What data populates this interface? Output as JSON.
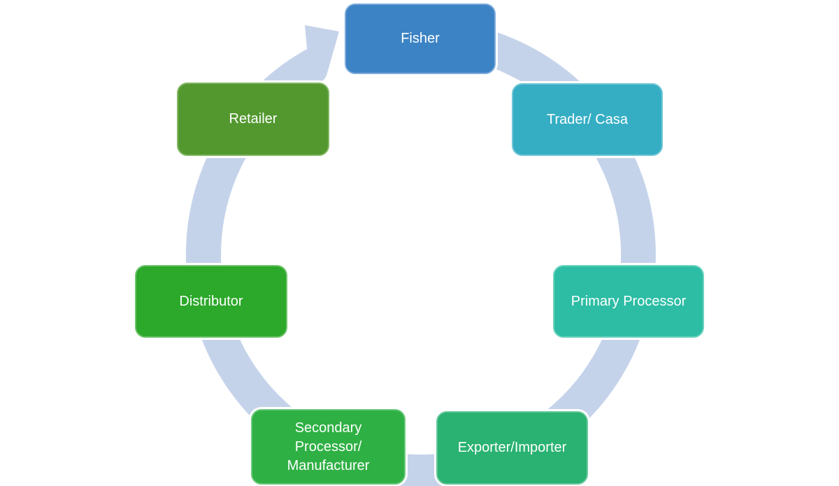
{
  "diagram": {
    "type": "cycle",
    "background_color": "#ffffff",
    "text_color": "#ffffff",
    "arrow": {
      "name": "circular-cycle-arrow",
      "color": "#c5d3ea",
      "direction": "clockwise"
    },
    "nodes": [
      {
        "label": "Fisher",
        "fill": "#3c83c5",
        "border": "#7fabdb"
      },
      {
        "label": "Trader/ Casa",
        "fill": "#35aec4",
        "border": "#72c6d6"
      },
      {
        "label": "Primary Processor",
        "fill": "#2cbda4",
        "border": "#6cd2c0"
      },
      {
        "label": "Exporter/Importer",
        "fill": "#29b271",
        "border": "#69c99c"
      },
      {
        "label": "Secondary\nProcessor/\nManufacturer",
        "fill": "#2fb044",
        "border": "#6cc97d"
      },
      {
        "label": "Distributor",
        "fill": "#2ca82a",
        "border": "#6fc36c"
      },
      {
        "label": "Retailer",
        "fill": "#52982f",
        "border": "#84b766"
      }
    ]
  }
}
